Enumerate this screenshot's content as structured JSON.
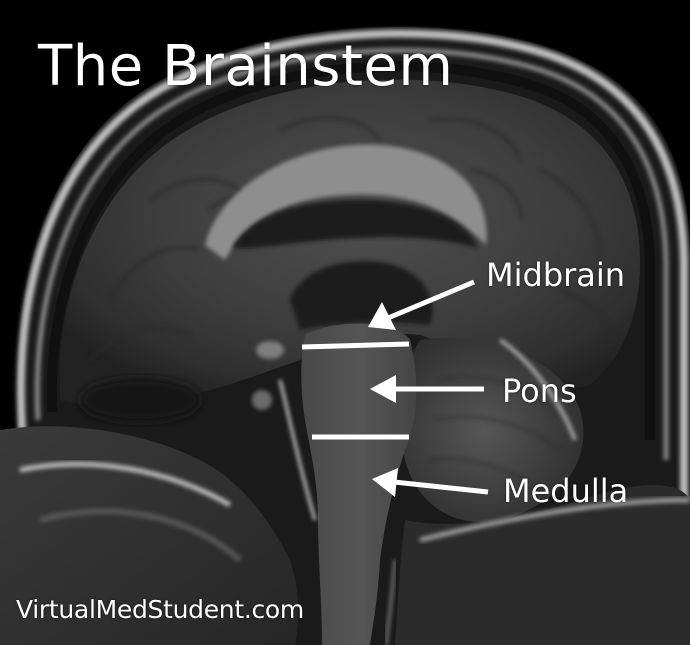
{
  "title": "The Brainstem",
  "labels": {
    "midbrain": "Midbrain",
    "pons": "Pons",
    "medulla": "Medulla"
  },
  "credit": "VirtualMedStudent.com",
  "colors": {
    "background": "#000000",
    "text": "#ffffff",
    "annotation": "#ffffff"
  }
}
